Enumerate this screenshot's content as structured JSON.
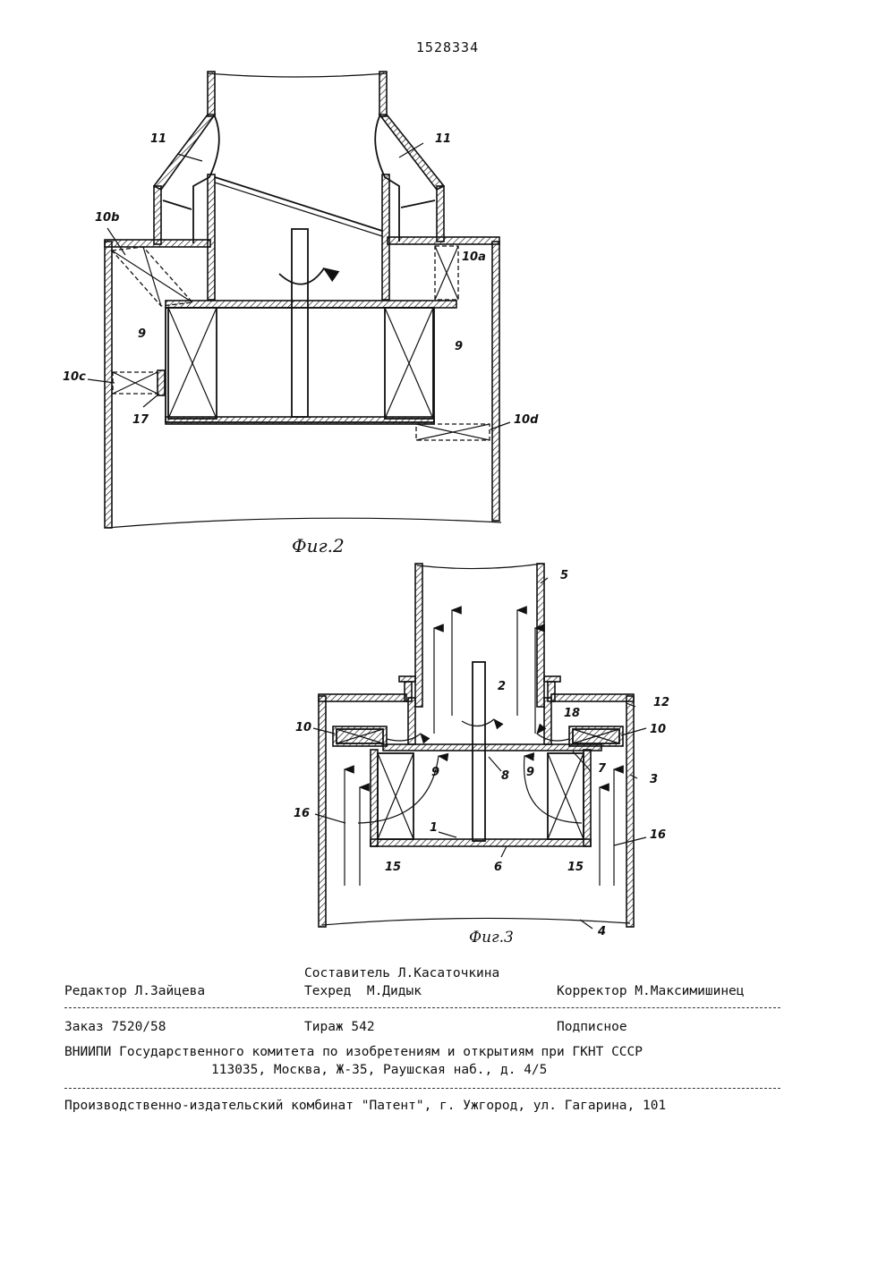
{
  "document": {
    "number": "1528334"
  },
  "figure2": {
    "caption": "Фиг.2",
    "labels": {
      "l11_left": "11",
      "l11_right": "11",
      "l10b": "10b",
      "l10a": "10a",
      "l9_left": "9",
      "l9_right": "9",
      "l10c": "10c",
      "l17": "17",
      "l10d": "10d"
    }
  },
  "figure3": {
    "caption": "Фиг.3",
    "labels": {
      "l5": "5",
      "l2": "2",
      "l12": "12",
      "l18": "18",
      "l10_left": "10",
      "l10_right": "10",
      "l9_left": "9",
      "l9_right": "9",
      "l8": "8",
      "l7": "7",
      "l3": "3",
      "l16_left": "16",
      "l16_right": "16",
      "l1": "1",
      "l15_left": "15",
      "l15_right": "15",
      "l6": "6",
      "l4": "4"
    }
  },
  "imprint": {
    "compiler": "Составитель Л.Касаточкина",
    "editor": "Редактор Л.Зайцева",
    "tech_editor": "Техред  М.Дидык",
    "proofreader": "Корректор М.Максимишинец",
    "order": "Заказ 7520/58",
    "circulation": "Тираж 542",
    "subscription": "Подписное",
    "vniipi": "ВНИИПИ Государственного комитета по изобретениям и открытиям при ГКНТ СССР",
    "address": "113035, Москва, Ж-35, Раушская наб., д. 4/5",
    "printer": "Производственно-издательский комбинат \"Патент\", г. Ужгород, ул. Гагарина, 101"
  }
}
